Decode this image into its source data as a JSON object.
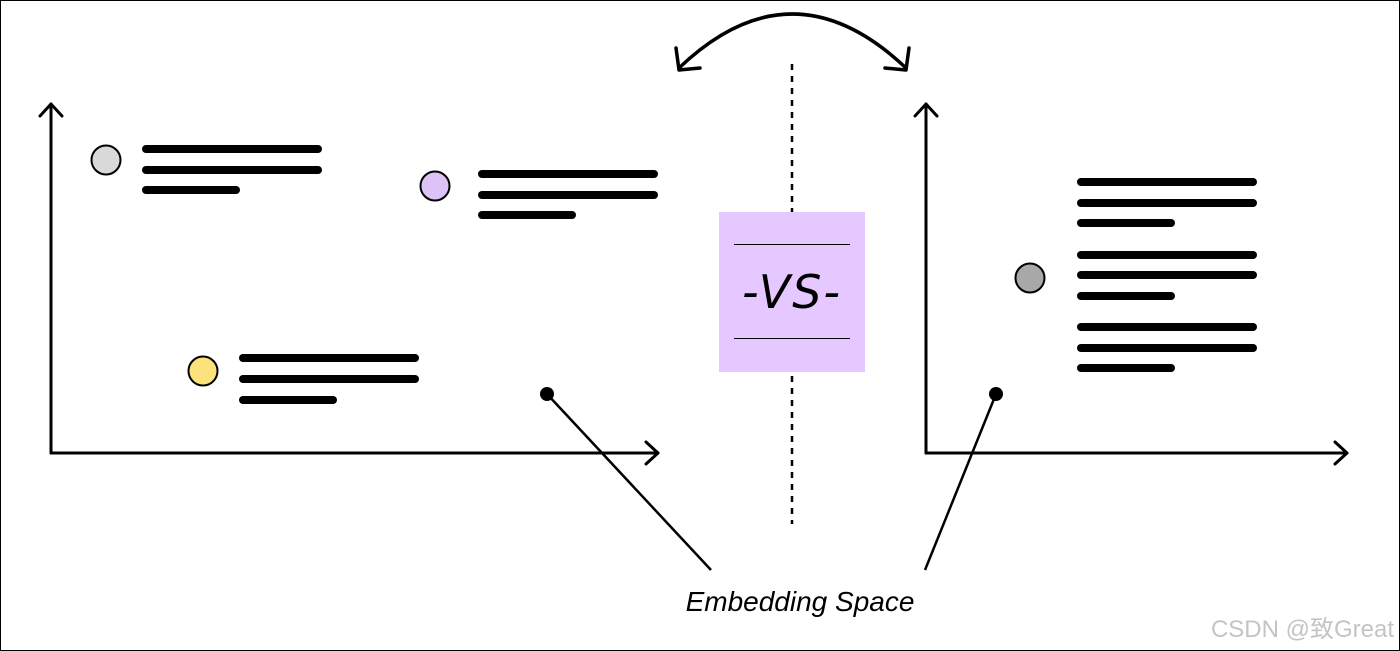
{
  "center_label": "-VS-",
  "caption": "Embedding Space",
  "watermark": "CSDN @致Great",
  "colors": {
    "vs_box": "#e4c8ff",
    "circle_gray_light": "#d9d9d9",
    "circle_purple": "#dcc2f7",
    "circle_yellow": "#fbe27a",
    "circle_gray_dark": "#a8a8a8",
    "stroke": "#000000"
  },
  "icons": {
    "swap_arrow": "curved-double-arrow-icon",
    "text_lines": "text-lines-icon",
    "point": "embedding-point-icon"
  }
}
